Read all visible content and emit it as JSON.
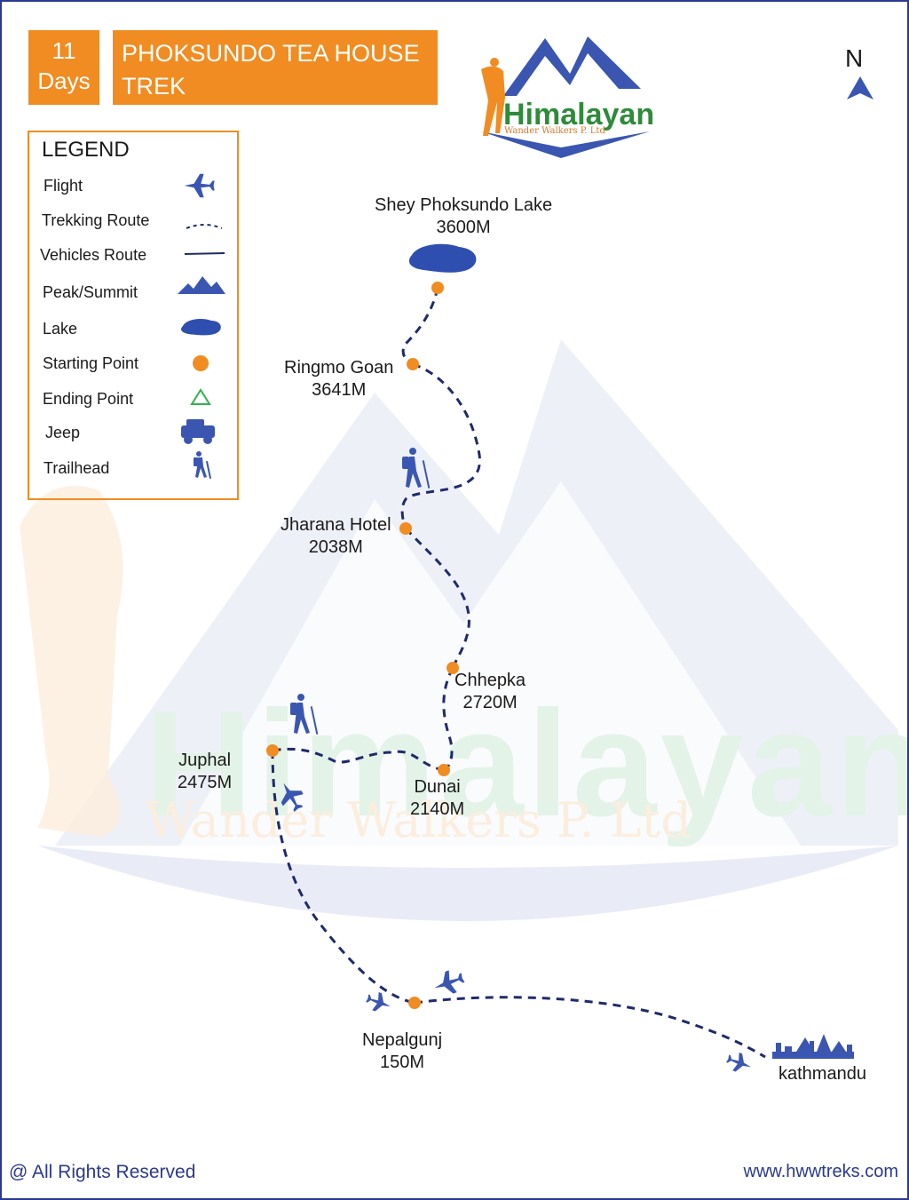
{
  "header": {
    "days_number": "11",
    "days_label": "Days",
    "title_line1": "PHOKSUNDO TEA HOUSE",
    "title_line2": "TREK"
  },
  "logo": {
    "name": "Himalayan",
    "subtitle": "Wander Walkers P. Ltd"
  },
  "watermark": {
    "name": "Himalayan",
    "subtitle": "Wander Walkers P. Ltd"
  },
  "north_label": "N",
  "legend": {
    "title": "LEGEND",
    "items": [
      {
        "label": "Flight",
        "icon": "airplane-icon"
      },
      {
        "label": "Trekking Route",
        "icon": "dashed-line-icon"
      },
      {
        "label": "Vehicles Route",
        "icon": "solid-line-icon"
      },
      {
        "label": "Peak/Summit",
        "icon": "mountain-icon"
      },
      {
        "label": "Lake",
        "icon": "lake-icon"
      },
      {
        "label": "Starting Point",
        "icon": "orange-dot-icon"
      },
      {
        "label": "Ending Point",
        "icon": "green-triangle-icon"
      },
      {
        "label": "Jeep",
        "icon": "jeep-icon"
      },
      {
        "label": "Trailhead",
        "icon": "hiker-icon"
      }
    ]
  },
  "places": [
    {
      "name": "Shey Phoksundo Lake",
      "altitude": "3600M"
    },
    {
      "name": "Ringmo Goan",
      "altitude": "3641M"
    },
    {
      "name": "Jharana Hotel",
      "altitude": "2038M"
    },
    {
      "name": "Chhepka",
      "altitude": "2720M"
    },
    {
      "name": "Juphal",
      "altitude": "2475M"
    },
    {
      "name": "Dunai",
      "altitude": "2140M"
    },
    {
      "name": "Nepalgunj",
      "altitude": "150M"
    },
    {
      "name": "kathmandu",
      "altitude": ""
    }
  ],
  "footer": {
    "rights": "@ All Rights Reserved",
    "website": "www.hwwtreks.com"
  },
  "colors": {
    "accent_orange": "#f08c22",
    "route_navy": "#1f2a6b",
    "icon_blue": "#3a56b0",
    "logo_green": "#2e8b3a",
    "ending_green": "#2fb34a"
  }
}
